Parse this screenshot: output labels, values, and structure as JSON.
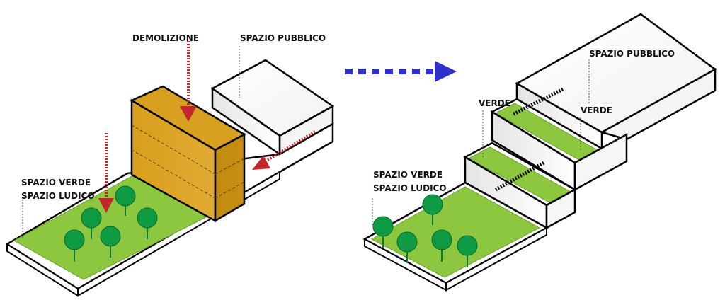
{
  "labels": {
    "demolizione": "DEMOLIZIONE",
    "spazio_pubblico_left": "SPAZIO PUBBLICO",
    "spazio_verde_left": "SPAZIO VERDE",
    "spazio_ludico_left": "SPAZIO LUDICO",
    "spazio_pubblico_right": "SPAZIO PUBBLICO",
    "verde_upper_left": "VERDE",
    "verde_upper_right": "VERDE",
    "spazio_verde_right": "SPAZIO VERDE",
    "spazio_ludico_right": "SPAZIO LUDICO"
  },
  "colors": {
    "green": "#8dc63f",
    "tree": "#0f9a44",
    "tree_dark": "#0b7a35",
    "building": "#d8a021",
    "building_side": "#c48c10",
    "arrow_red": "#c1272d",
    "arrow_blue": "#2e32c8",
    "outline": "#000000"
  },
  "icons": {
    "transition": "dashed-arrow-right-icon",
    "demolition": "dashed-arrow-down-icon",
    "pedestrian": "dashed-arrow-diagonal-icon"
  }
}
